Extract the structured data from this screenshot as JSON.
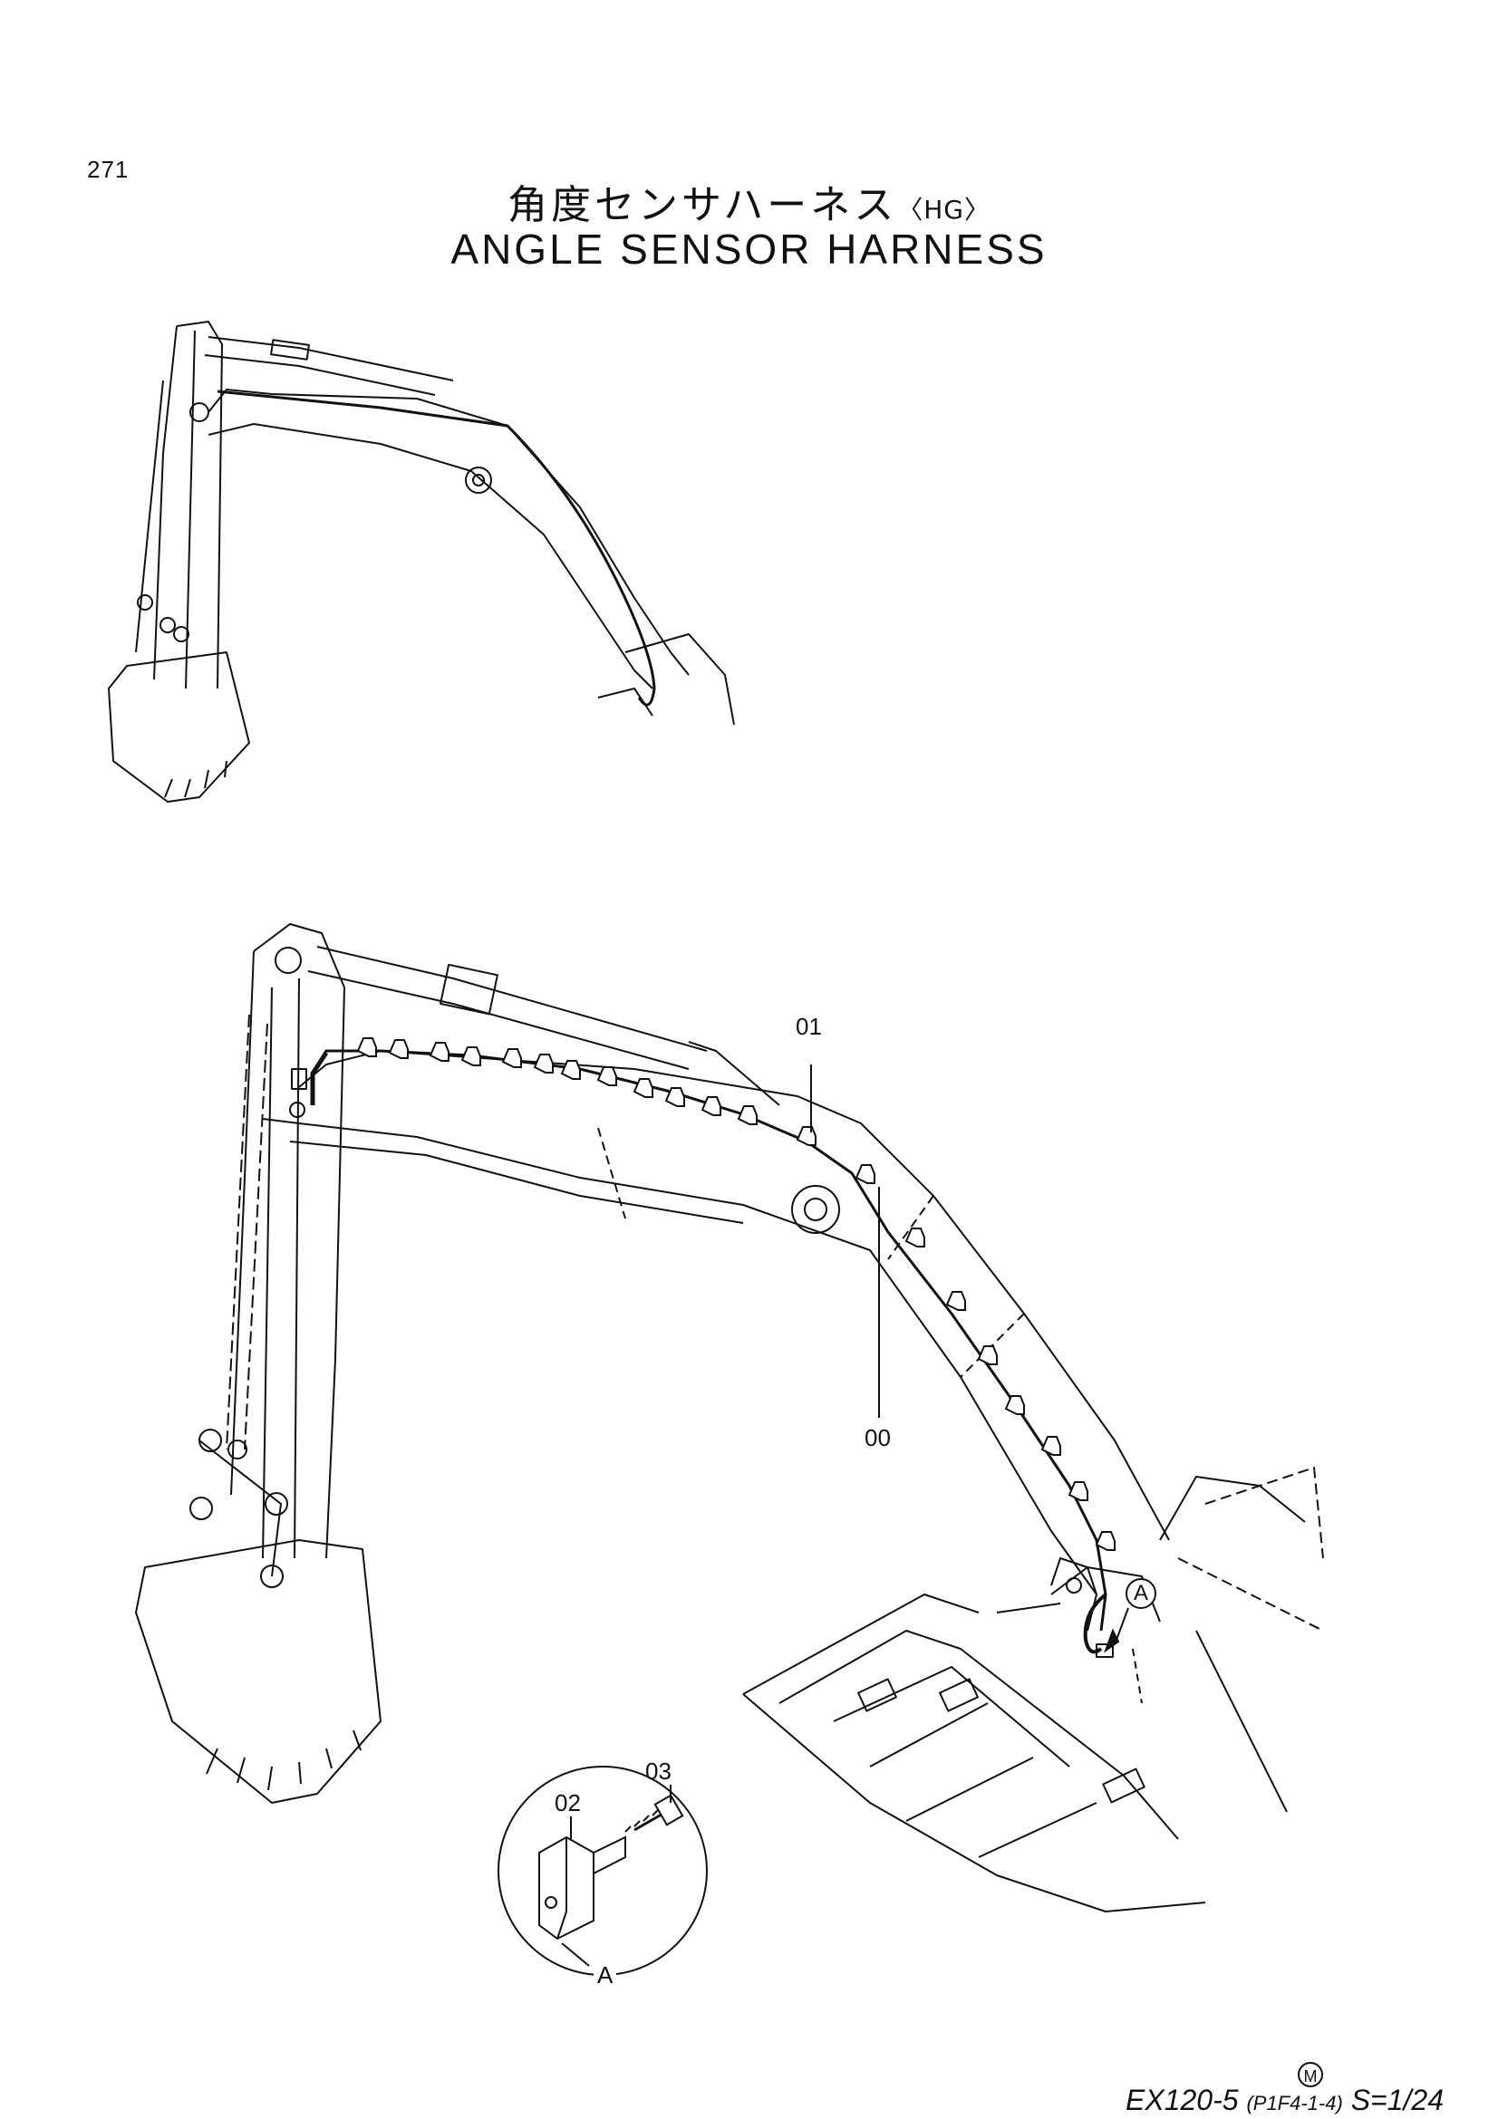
{
  "page": {
    "number": "271",
    "title_jp": "角度センサハーネス",
    "title_variant": "〈HG〉",
    "title_en": "ANGLE SENSOR HARNESS"
  },
  "callouts": {
    "part_01": "01",
    "part_00": "00",
    "detail_ref": "A",
    "detail_part_02": "02",
    "detail_part_03": "03",
    "detail_label": "A"
  },
  "footer": {
    "mark": "M",
    "model": "EX120-5",
    "code": "(P1F4-1-4)",
    "scale": "S=1/24"
  },
  "icons": [
    "maker-mark-icon"
  ]
}
